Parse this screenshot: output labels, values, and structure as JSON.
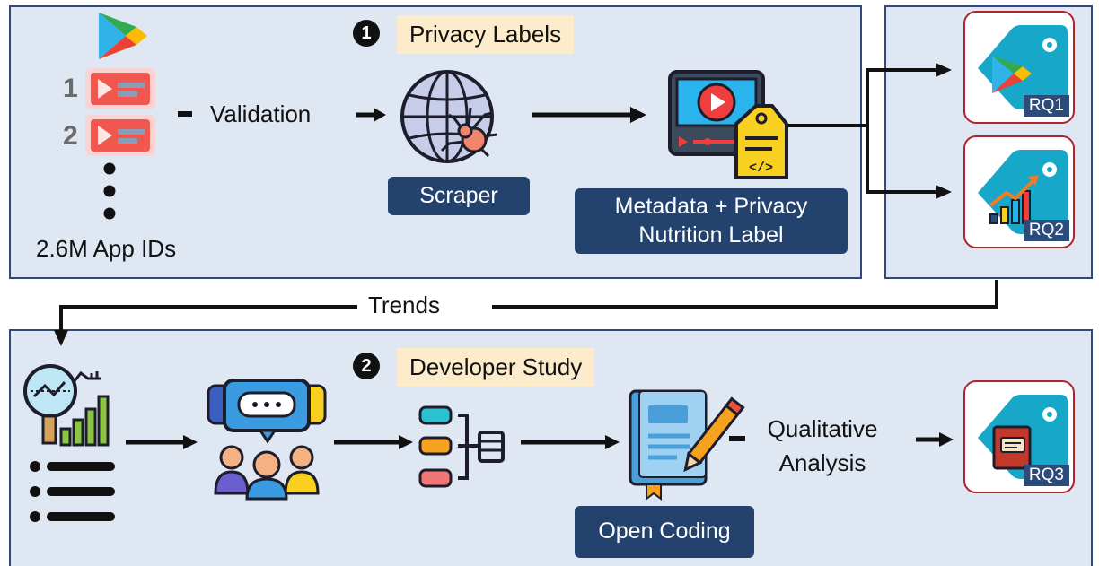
{
  "stage1": {
    "number": "1",
    "title": "Privacy Labels",
    "app_ids_label": "2.6M App IDs",
    "list_numbers": [
      "1",
      "2"
    ],
    "validation_label": "Validation",
    "scraper_label": "Scraper",
    "metadata_label": "Metadata + Privacy Nutrition Label"
  },
  "research_questions": [
    "RQ1",
    "RQ2",
    "RQ3"
  ],
  "trends_label": "Trends",
  "stage2": {
    "number": "2",
    "title": "Developer Study",
    "open_coding_label": "Open Coding",
    "qualitative_label": "Qualitative Analysis"
  }
}
